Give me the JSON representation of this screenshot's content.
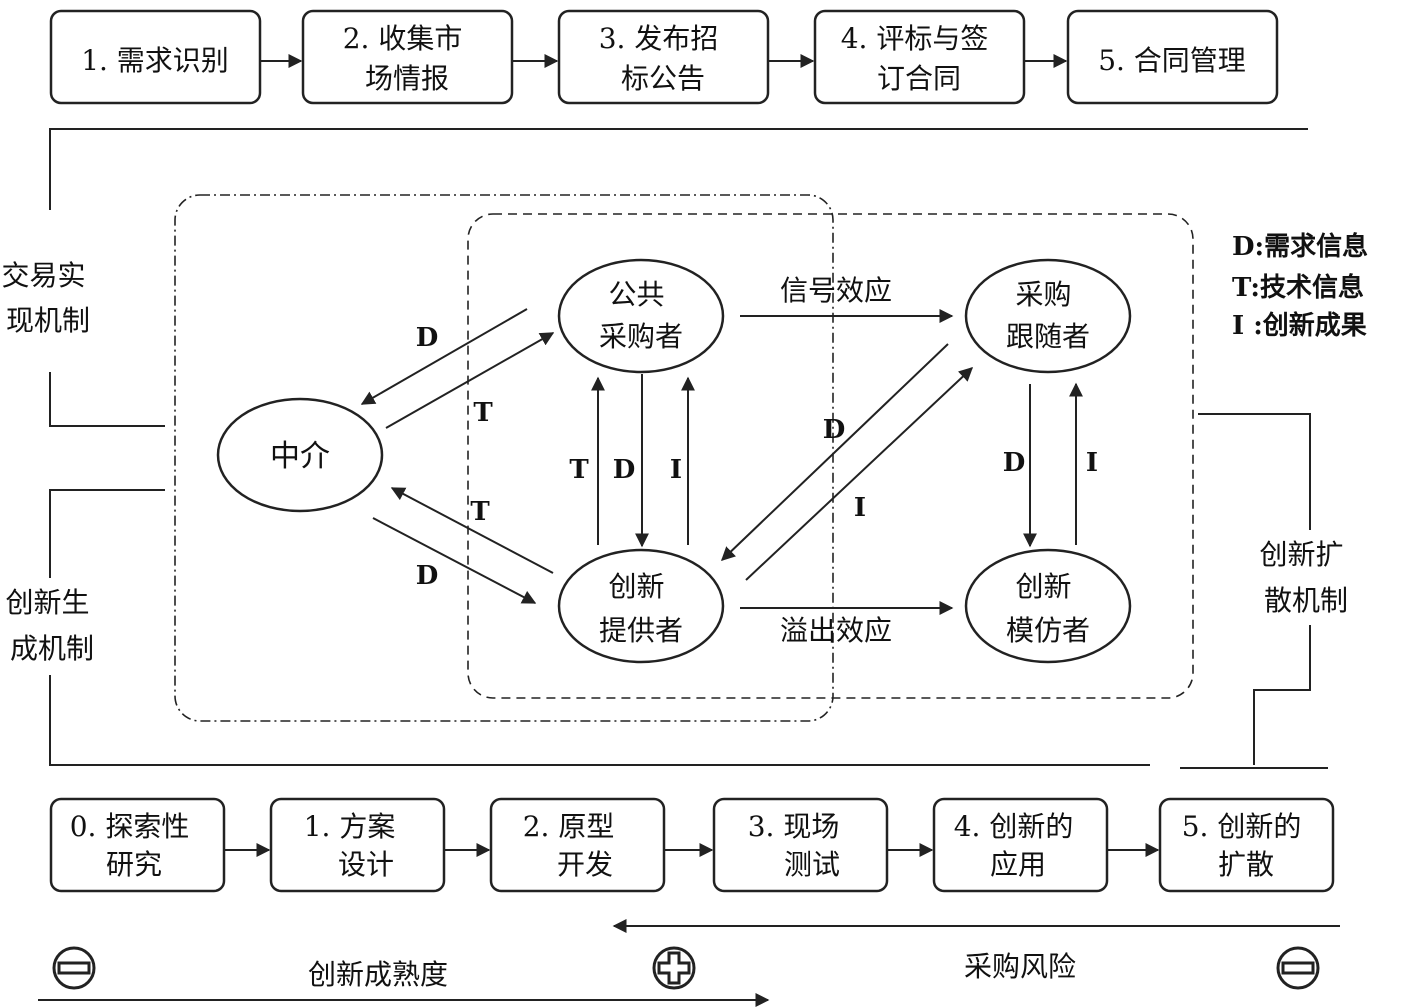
{
  "top_process": [
    "1. 需求识别",
    "2. 收集市|场情报",
    "3. 发布招|标公告",
    "4. 评标与签|订合同",
    "5. 合同管理"
  ],
  "bottom_process": [
    "0. 探索性|研究",
    "1. 方案|设计",
    "2. 原型|开发",
    "3. 现场|测试",
    "4. 创新的|应用",
    "5. 创新的|扩散"
  ],
  "side_labels": {
    "left_top": [
      "交易实",
      "现机制"
    ],
    "left_bottom": [
      "创新生",
      "成机制"
    ],
    "right": [
      "创新扩",
      "散机制"
    ]
  },
  "legend": [
    "D:需求信息",
    "T:技术信息",
    "I :创新成果"
  ],
  "nodes": {
    "intermediary": "中介",
    "public_buyer": [
      "公共",
      "采购者"
    ],
    "buyer_follower": [
      "采购",
      "跟随者"
    ],
    "innovation_provider": [
      "创新",
      "提供者"
    ],
    "innovation_imitator": [
      "创新",
      "模仿者"
    ]
  },
  "edge_labels": {
    "signal_effect": "信号效应",
    "spillover_effect": "溢出效应",
    "d": "D",
    "t": "T",
    "i": "I"
  },
  "axes": {
    "maturity": "创新成熟度",
    "risk": "采购风险"
  }
}
